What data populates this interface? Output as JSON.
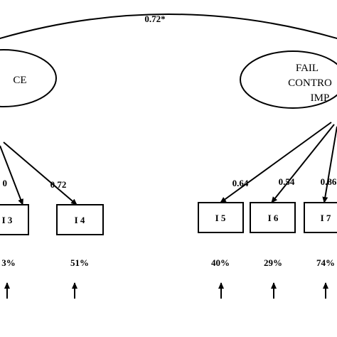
{
  "correlation": {
    "value": "0.72*"
  },
  "factors": [
    {
      "id": "left-factor",
      "label_lines": [
        "CE"
      ]
    },
    {
      "id": "right-factor",
      "label_lines": [
        "FAIL",
        "CONTRO",
        "IMP"
      ]
    }
  ],
  "items": [
    {
      "id": "i3",
      "label": "I 3",
      "variance": "3%"
    },
    {
      "id": "i4",
      "label": "I 4",
      "variance": "51%"
    },
    {
      "id": "i5",
      "label": "I 5",
      "variance": "40%"
    },
    {
      "id": "i6",
      "label": "I 6",
      "variance": "29%"
    },
    {
      "id": "i7",
      "label": "I 7",
      "variance": "74%"
    }
  ],
  "loadings": [
    {
      "item": "i3",
      "value": "0"
    },
    {
      "item": "i4",
      "value": "0.72"
    },
    {
      "item": "i5",
      "value": "0.64"
    },
    {
      "item": "i6",
      "value": "0.54"
    },
    {
      "item": "i7",
      "value": "0.86"
    }
  ]
}
